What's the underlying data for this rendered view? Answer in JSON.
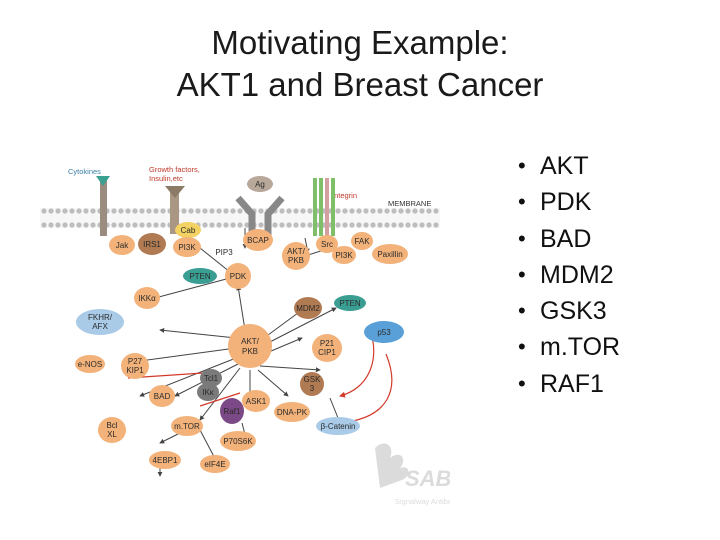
{
  "slide": {
    "title_line1": "Motivating Example:",
    "title_line2": "AKT1 and Breast Cancer"
  },
  "bullets": [
    "AKT",
    "PDK",
    "BAD",
    "MDM2",
    "GSK3",
    "m.TOR",
    "RAF1"
  ],
  "diagram": {
    "labels": {
      "cytokines": "Cytokines",
      "growth_factors": "Growth factors,",
      "insulin": "Insulin,etc",
      "ag": "Ag",
      "integrin": "Integrin",
      "membrane": "MEMBRANE",
      "watermark_text": "Signalway Antibody"
    },
    "nodes": {
      "jak": "Jak",
      "irs1": "IRS1",
      "cab": "Cab",
      "pi3k": "PI3K",
      "pip3": "PIP3",
      "bcap": "BCAP",
      "akt_pkb_1": "AKT/",
      "akt_pkb_2": "PKB",
      "src": "Src",
      "pi3k2": "PI3K",
      "fak": "FAK",
      "paxillin": "Paxillin",
      "pten1": "PTEN",
      "pdk": "PDK",
      "ikka": "IKKα",
      "mdm2": "MDM2",
      "pten2": "PTEN",
      "fkhr_1": "FKHR/",
      "fkhr_2": "AFX",
      "p53": "p53",
      "akt_1": "AKT/",
      "akt_2": "PKB",
      "p21_1": "P21",
      "p21_2": "CIP1",
      "enos": "e-NOS",
      "p27_1": "P27",
      "p27_2": "KIP1",
      "tcl1": "Tcl1",
      "ikc": "IKκ",
      "gsk3": "GSK",
      "gsk3_2": "3",
      "bad": "BAD",
      "ask1": "ASK1",
      "dnapk": "DNA-PK",
      "raf1": "Raf1",
      "bcl_1": "Bcl",
      "bcl_2": "XL",
      "mtor": "m.TOR",
      "bcat": "β-Catenin",
      "p70": "P70S6K",
      "ebp1": "4EBP1",
      "eif4e": "eIF4E"
    },
    "colors": {
      "orange": "#f2b27a",
      "brown": "#b07a52",
      "teal": "#3a9e92",
      "blue": "#5aa0d8",
      "lightblue": "#a9cbe8",
      "purple": "#7b4a86",
      "gray": "#7a7a7a",
      "yellow": "#f1d262",
      "green": "#7fbf6a",
      "red": "#d23a2a"
    }
  }
}
